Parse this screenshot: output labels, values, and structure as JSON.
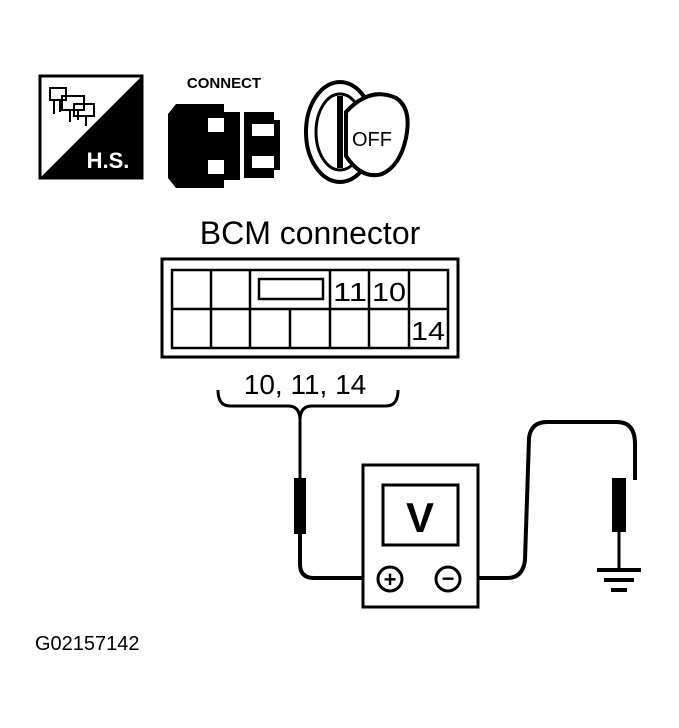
{
  "icons": {
    "harness_label": "H.S.",
    "connect_label": "CONNECT",
    "ignition_label": "OFF"
  },
  "connector": {
    "title": "BCM connector",
    "pins_top": [
      "11",
      "10"
    ],
    "pins_bottom": [
      "14"
    ],
    "measured_pins": "10, 11, 14"
  },
  "meter": {
    "unit_label": "V",
    "positive_symbol": "+",
    "negative_symbol": "−"
  },
  "figure_id": "G02157142"
}
